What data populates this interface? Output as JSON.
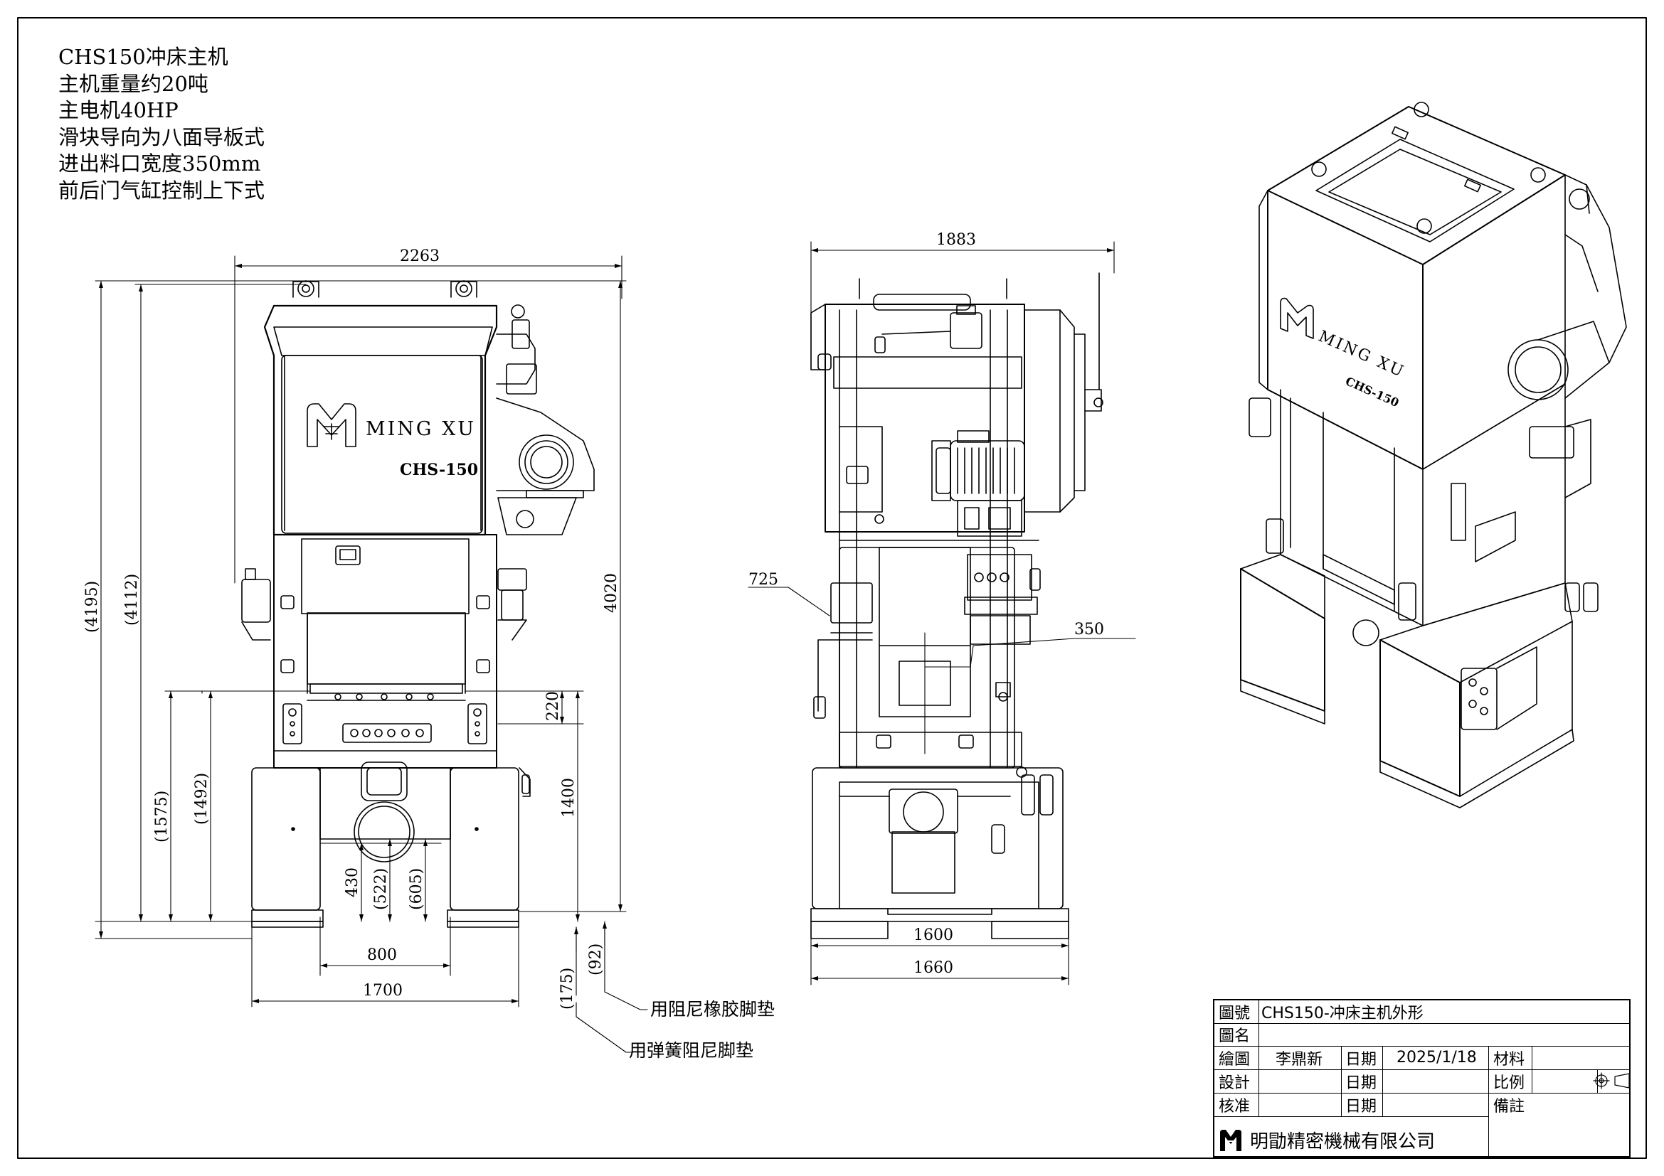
{
  "notes": {
    "lines": [
      "CHS150冲床主机",
      "主机重量约20吨",
      "主电机40HP",
      "滑块导向为八面导板式",
      "进出料口宽度350mm",
      "前后门气缸控制上下式"
    ]
  },
  "front_view": {
    "brand_text": "MING XU",
    "model_text": "CHS-150",
    "dims": {
      "overall_width": "2263",
      "height_total": "(4195)",
      "height_machine": "(4112)",
      "height_right": "4020",
      "bed_1575": "(1575)",
      "bed_1492": "(1492)",
      "opening_220": "220",
      "height_1400": "1400",
      "base_430": "430",
      "base_522": "(522)",
      "base_605": "(605)",
      "width_800": "800",
      "width_1700": "1700",
      "foot_175": "(175)",
      "foot_92": "(92)"
    },
    "callouts": {
      "rubber_pad": "用阻尼橡胶脚垫",
      "spring_pad": "用弹簧阻尼脚垫"
    }
  },
  "side_view": {
    "dims": {
      "overall_depth": "1883",
      "feed_725": "725",
      "feed_350": "350",
      "base_1600": "1600",
      "base_1660": "1660"
    }
  },
  "iso_view": {
    "brand_text": "MING XU",
    "model_text": "CHS-150"
  },
  "title_block": {
    "drawing_no_label": "圖號",
    "drawing_no_value": "CHS150-冲床主机外形",
    "name_label": "圖名",
    "drawn_label": "繪圖",
    "drawn_by": "李鼎新",
    "date_label": "日期",
    "drawn_date": "2025/1/18",
    "material_label": "材料",
    "design_label": "設計",
    "scale_label": "比例",
    "approve_label": "核准",
    "remarks_label": "備註",
    "company": "明勖精密機械有限公司"
  }
}
